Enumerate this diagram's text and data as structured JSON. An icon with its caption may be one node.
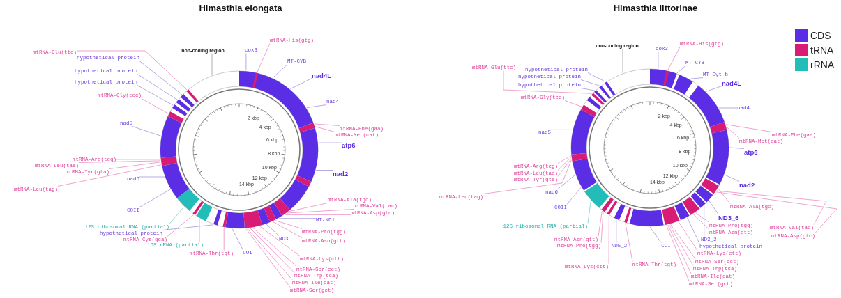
{
  "diagram": {
    "nodes": [
      {
        "text": [
          "non-coding region"
        ]
      },
      {
        "text": [
          "cox3"
        ]
      },
      {
        "text": [
          "mtRNA-His(gtg)"
        ]
      },
      {
        "text": [
          "MT-CYB"
        ]
      },
      {
        "text": [
          "nad4L"
        ]
      },
      {
        "text": [
          "nad4"
        ]
      },
      {
        "text": [
          "mtRNA-Phe(gaa)"
        ]
      },
      {
        "text": [
          "mtRNA-Met(cat)"
        ]
      },
      {
        "text": [
          "atp6"
        ]
      },
      {
        "text": [
          "nad2"
        ]
      },
      {
        "text": [
          "mtRNA-Ala(tgc)"
        ]
      },
      {
        "text": [
          "mtRNA-Val(tac)"
        ]
      },
      {
        "text": [
          "mtRNA-Asp(gtc)"
        ]
      },
      {
        "text": [
          "MT-ND1"
        ]
      },
      {
        "text": [
          "mtRNA-Pro(tgg)"
        ]
      },
      {
        "text": [
          "ND3"
        ]
      },
      {
        "text": [
          "mtRNA-Asn(gtt)"
        ]
      },
      {
        "text": [
          "mtRNA-Lys(ctt)"
        ]
      },
      {
        "text": [
          "mtRNA-Ser(cct)"
        ]
      },
      {
        "text": [
          "mtRNA-Trp(tca)"
        ]
      },
      {
        "text": [
          "mtRNA-Ile(gat)"
        ]
      },
      {
        "text": [
          "mtRNA-Ser(gct)"
        ]
      },
      {
        "text": [
          "COI"
        ]
      },
      {
        "text": [
          "mtRNA-Thr(tgt)"
        ]
      },
      {
        "text": [
          "16S rRNA (partial)"
        ]
      },
      {
        "text": [
          "mtRNA-Cys(gca)"
        ]
      },
      {
        "text": [
          "hypothetical protein"
        ]
      },
      {
        "text": [
          "12S ribosomal RNA (partial)"
        ]
      },
      {
        "text": [
          "COII"
        ]
      },
      {
        "text": [
          "nad6"
        ]
      },
      {
        "text": [
          "mtRNA-Leu(tag)"
        ]
      },
      {
        "text": [
          "mtRNA-Tyr(gta)"
        ]
      },
      {
        "text": [
          "mtRNA-Leu(taa)"
        ]
      },
      {
        "text": [
          "mtRNA-Arg(tcg)"
        ]
      },
      {
        "text": [
          "nad5"
        ]
      },
      {
        "text": [
          "mtRNA-Gly(tcc)"
        ]
      },
      {
        "text": [
          "hypothetical protein"
        ]
      },
      {
        "text": [
          "hypothetical protein"
        ]
      },
      {
        "text": [
          "hypothetical protein"
        ]
      },
      {
        "text": [
          "mtRNA-Glu(ttc)"
        ]
      },
      {
        "text": [
          "non-coding region"
        ]
      },
      {
        "text": [
          "cox3"
        ]
      },
      {
        "text": [
          "mtRNA-His(gtg)"
        ]
      },
      {
        "text": [
          "MT-CYB"
        ]
      },
      {
        "text": [
          "MT-Cyt-b"
        ]
      },
      {
        "text": [
          "nad4L"
        ]
      },
      {
        "text": [
          "nad4"
        ]
      },
      {
        "text": [
          "mtRNA-Phe(gaa)"
        ]
      },
      {
        "text": [
          "mtRNA-Met(cat)"
        ]
      },
      {
        "text": [
          "atp6"
        ]
      },
      {
        "text": [
          "nad2"
        ]
      },
      {
        "text": [
          "mtRNA-Ala(tgc)"
        ]
      },
      {
        "text": [
          "ND3_6"
        ]
      },
      {
        "text": [
          "mtRNA-Val(tac)"
        ]
      },
      {
        "text": [
          "mtRNA-Pro(tgg)"
        ]
      },
      {
        "text": [
          "ND3_2"
        ]
      },
      {
        "text": [
          "mtRNA-Asn(gtt)"
        ]
      },
      {
        "text": [
          "mtRNA-Asp(gtc)"
        ]
      },
      {
        "text": [
          "hypothetical protein"
        ]
      },
      {
        "text": [
          "mtRNA-Lys(ctt)"
        ]
      },
      {
        "text": [
          "mtRNA-Ser(cct)"
        ]
      },
      {
        "text": [
          "mtRNA-Trp(tca)"
        ]
      },
      {
        "text": [
          "mtRNA-Ile(gat)"
        ]
      },
      {
        "text": [
          "mtRNA-Ser(gct)"
        ]
      },
      {
        "text": [
          "COI"
        ]
      },
      {
        "text": [
          "mtRNA-Thr(tgt)"
        ]
      },
      {
        "text": [
          "ND5_2"
        ]
      },
      {
        "text": [
          "mtRNA-Asn(gtt)"
        ]
      },
      {
        "text": [
          "mtRNA-Pro(tgg)"
        ]
      },
      {
        "text": [
          "mtRNA-Lys(ctt)"
        ]
      },
      {
        "text": [
          "12S ribosomal RNA (partial)"
        ]
      },
      {
        "text": [
          "COII"
        ]
      },
      {
        "text": [
          "nad6"
        ]
      },
      {
        "text": [
          "mtRNA-Leu(tag)"
        ]
      },
      {
        "text": [
          "mtRNA-Tyr(gta)"
        ]
      },
      {
        "text": [
          "mtRNA-Leu(taa)"
        ]
      },
      {
        "text": [
          "mtRNA-Arg(tcg)"
        ]
      },
      {
        "text": [
          "nad5"
        ]
      },
      {
        "text": [
          "mtRNA-Gly(tcc)"
        ]
      },
      {
        "text": [
          "hypothetical protein"
        ]
      },
      {
        "text": [
          "hypothetical protein"
        ]
      },
      {
        "text": [
          "hypothetical protein"
        ]
      },
      {
        "text": [
          "mtRNA-Glu(ttc)"
        ]
      },
      {
        "text": [],
        "shape": "circle"
      },
      {
        "text": [],
        "shape": "circle"
      }
    ],
    "edges": [
      {
        "from": 0,
        "to": 83,
        "arrow": "none",
        "color": "#9a9a9a"
      },
      {
        "from": 1,
        "to": 83,
        "arrow": "none",
        "color": "#a394de"
      },
      {
        "from": 2,
        "to": 83,
        "arrow": "none"
      },
      {
        "from": 3,
        "to": 83,
        "arrow": "none",
        "color": "#a394de"
      },
      {
        "from": 4,
        "to": 83,
        "arrow": "none",
        "color": "#a394de"
      },
      {
        "from": 5,
        "to": 83,
        "arrow": "none",
        "color": "#a394de"
      },
      {
        "from": 6,
        "to": 83,
        "arrow": "none"
      },
      {
        "from": 7,
        "to": 83,
        "arrow": "none"
      },
      {
        "from": 8,
        "to": 83,
        "arrow": "none",
        "color": "#a394de"
      },
      {
        "from": 9,
        "to": 83,
        "arrow": "none",
        "color": "#a394de"
      },
      {
        "from": 10,
        "to": 83,
        "arrow": "none"
      },
      {
        "from": 11,
        "to": 83,
        "arrow": "none"
      },
      {
        "from": 12,
        "to": 83,
        "arrow": "none"
      },
      {
        "from": 13,
        "to": 83,
        "arrow": "none",
        "color": "#a394de"
      },
      {
        "from": 14,
        "to": 83,
        "arrow": "none"
      },
      {
        "from": 15,
        "to": 83,
        "arrow": "none",
        "color": "#a394de"
      },
      {
        "from": 16,
        "to": 83,
        "arrow": "none"
      },
      {
        "from": 17,
        "to": 83,
        "arrow": "none"
      },
      {
        "from": 18,
        "to": 83,
        "arrow": "none"
      },
      {
        "from": 19,
        "to": 83,
        "arrow": "none"
      },
      {
        "from": 20,
        "to": 83,
        "arrow": "none"
      },
      {
        "from": 21,
        "to": 83,
        "arrow": "none"
      },
      {
        "from": 22,
        "to": 83,
        "arrow": "none",
        "color": "#a394de"
      },
      {
        "from": 23,
        "to": 83,
        "arrow": "none"
      },
      {
        "from": 24,
        "to": 83,
        "arrow": "none",
        "color": "#6fd0cc"
      },
      {
        "from": 25,
        "to": 83,
        "arrow": "none"
      },
      {
        "from": 26,
        "to": 83,
        "arrow": "none",
        "color": "#a394de"
      },
      {
        "from": 27,
        "to": 83,
        "arrow": "none",
        "color": "#6fd0cc"
      },
      {
        "from": 28,
        "to": 83,
        "arrow": "none",
        "color": "#a394de"
      },
      {
        "from": 29,
        "to": 83,
        "arrow": "none",
        "color": "#a394de"
      },
      {
        "from": 30,
        "to": 83,
        "arrow": "none"
      },
      {
        "from": 31,
        "to": 83,
        "arrow": "none"
      },
      {
        "from": 32,
        "to": 83,
        "arrow": "none"
      },
      {
        "from": 33,
        "to": 83,
        "arrow": "none"
      },
      {
        "from": 34,
        "to": 83,
        "arrow": "none",
        "color": "#a394de"
      },
      {
        "from": 35,
        "to": 83,
        "arrow": "none"
      },
      {
        "from": 36,
        "to": 83,
        "arrow": "none",
        "color": "#a394de"
      },
      {
        "from": 37,
        "to": 83,
        "arrow": "none",
        "color": "#a394de"
      },
      {
        "from": 38,
        "to": 83,
        "arrow": "none",
        "color": "#a394de"
      },
      {
        "from": 39,
        "to": 83,
        "arrow": "none"
      },
      {
        "from": 40,
        "to": 84,
        "arrow": "none",
        "color": "#9a9a9a"
      },
      {
        "from": 41,
        "to": 84,
        "arrow": "none",
        "color": "#a394de"
      },
      {
        "from": 42,
        "to": 84,
        "arrow": "none"
      },
      {
        "from": 43,
        "to": 84,
        "arrow": "none",
        "color": "#a394de"
      },
      {
        "from": 44,
        "to": 84,
        "arrow": "none",
        "color": "#a394de"
      },
      {
        "from": 45,
        "to": 84,
        "arrow": "none",
        "color": "#a394de"
      },
      {
        "from": 46,
        "to": 84,
        "arrow": "none",
        "color": "#a394de"
      },
      {
        "from": 47,
        "to": 84,
        "arrow": "none"
      },
      {
        "from": 48,
        "to": 84,
        "arrow": "none"
      },
      {
        "from": 49,
        "to": 84,
        "arrow": "none",
        "color": "#a394de"
      },
      {
        "from": 50,
        "to": 84,
        "arrow": "none",
        "color": "#a394de"
      },
      {
        "from": 51,
        "to": 84,
        "arrow": "none"
      },
      {
        "from": 52,
        "to": 84,
        "arrow": "none",
        "color": "#a394de"
      },
      {
        "from": 53,
        "to": 84,
        "arrow": "none"
      },
      {
        "from": 54,
        "to": 84,
        "arrow": "none"
      },
      {
        "from": 55,
        "to": 84,
        "arrow": "none",
        "color": "#a394de"
      },
      {
        "from": 56,
        "to": 84,
        "arrow": "none"
      },
      {
        "from": 57,
        "to": 84,
        "arrow": "none"
      },
      {
        "from": 58,
        "to": 84,
        "arrow": "none",
        "color": "#a394de"
      },
      {
        "from": 59,
        "to": 84,
        "arrow": "none"
      },
      {
        "from": 60,
        "to": 84,
        "arrow": "none"
      },
      {
        "from": 61,
        "to": 84,
        "arrow": "none"
      },
      {
        "from": 62,
        "to": 84,
        "arrow": "none"
      },
      {
        "from": 63,
        "to": 84,
        "arrow": "none"
      },
      {
        "from": 64,
        "to": 84,
        "arrow": "none",
        "color": "#a394de"
      },
      {
        "from": 65,
        "to": 84,
        "arrow": "none"
      },
      {
        "from": 66,
        "to": 84,
        "arrow": "none",
        "color": "#a394de"
      },
      {
        "from": 67,
        "to": 84,
        "arrow": "none"
      },
      {
        "from": 68,
        "to": 84,
        "arrow": "none"
      },
      {
        "from": 69,
        "to": 84,
        "arrow": "none"
      },
      {
        "from": 70,
        "to": 84,
        "arrow": "none",
        "color": "#6fd0cc"
      },
      {
        "from": 71,
        "to": 84,
        "arrow": "none",
        "color": "#a394de"
      },
      {
        "from": 72,
        "to": 84,
        "arrow": "none",
        "color": "#a394de"
      },
      {
        "from": 73,
        "to": 84,
        "arrow": "none"
      },
      {
        "from": 74,
        "to": 84,
        "arrow": "none"
      },
      {
        "from": 75,
        "to": 84,
        "arrow": "none"
      },
      {
        "from": 76,
        "to": 84,
        "arrow": "none"
      },
      {
        "from": 77,
        "to": 84,
        "arrow": "none",
        "color": "#a394de"
      },
      {
        "from": 78,
        "to": 84,
        "arrow": "none"
      },
      {
        "from": 79,
        "to": 84,
        "arrow": "none",
        "color": "#a394de"
      },
      {
        "from": 80,
        "to": 84,
        "arrow": "none",
        "color": "#a394de"
      },
      {
        "from": 81,
        "to": 84,
        "arrow": "none",
        "color": "#a394de"
      },
      {
        "from": 82,
        "to": 84,
        "arrow": "none"
      }
    ],
    "labels": [
      "Himasthla elongata",
      "Himasthla littorinae",
      "2 kbp",
      "4 kbp",
      "6 kbp",
      "8 kbp",
      "10 kbp",
      "12 kbp",
      "14 kbp",
      "2 kbp",
      "4 kbp",
      "6 kbp",
      "8 kbp",
      "10 kbp",
      "12 kbp",
      "14 kbp"
    ],
    "legend": [
      {
        "text": "CDS",
        "color": "#5b2ee6"
      },
      {
        "text": "tRNA",
        "color": "#d81b75"
      },
      {
        "text": "rRNA",
        "color": "#22bdb8"
      }
    ]
  }
}
